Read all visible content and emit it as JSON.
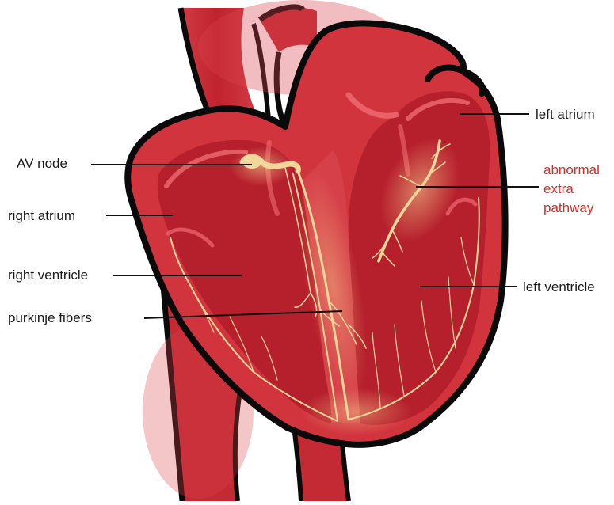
{
  "labels": {
    "av_node": "AV node",
    "right_atrium": "right atrium",
    "right_ventricle": "right ventricle",
    "purkinje_fibers": "purkinje fibers",
    "left_atrium": "left atrium",
    "abnormal_line1": "abnormal",
    "abnormal_line2": "extra",
    "abnormal_line3": "pathway",
    "left_ventricle": "left ventricle"
  },
  "colors": {
    "outline": "#0a0a0a",
    "vessel": "#c42a34",
    "wall": "#e04a52",
    "chamber": "#b71e2c",
    "fiber": "#f2d79a",
    "highlight": "#f06a72",
    "label_text": "#1a1a1a",
    "label_red": "#e0261f"
  }
}
